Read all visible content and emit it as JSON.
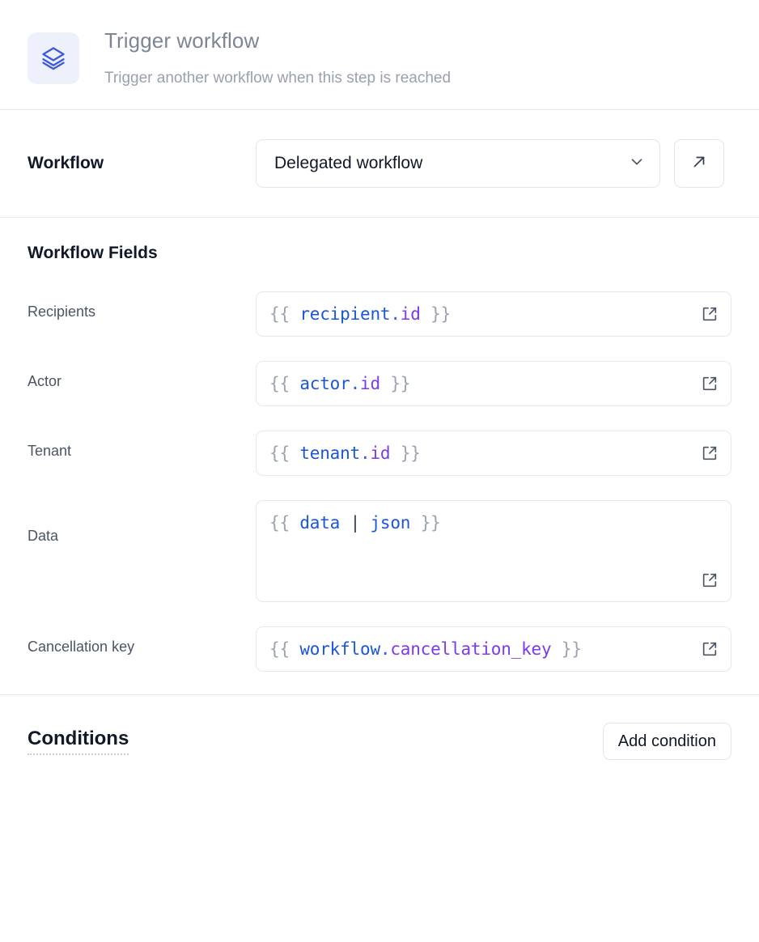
{
  "header": {
    "icon": "layers-icon",
    "title": "Trigger workflow",
    "subtitle": "Trigger another workflow when this step is reached",
    "icon_color": "#3b5bdb",
    "icon_bg": "#eef1fb"
  },
  "workflow_row": {
    "label": "Workflow",
    "selected": "Delegated workflow",
    "dropdown_icon": "chevron-down-icon",
    "open_button_icon": "arrow-up-right-icon"
  },
  "fields_section": {
    "title": "Workflow Fields",
    "fields": [
      {
        "label": "Recipients",
        "type": "input",
        "tokens": [
          {
            "text": "{{ ",
            "kind": "brace"
          },
          {
            "text": "recipient",
            "kind": "obj"
          },
          {
            "text": ".",
            "kind": "dot"
          },
          {
            "text": "id",
            "kind": "prop"
          },
          {
            "text": " }}",
            "kind": "brace"
          }
        ],
        "expand_icon": "external-link-icon"
      },
      {
        "label": "Actor",
        "type": "input",
        "tokens": [
          {
            "text": "{{ ",
            "kind": "brace"
          },
          {
            "text": "actor",
            "kind": "obj"
          },
          {
            "text": ".",
            "kind": "dot"
          },
          {
            "text": "id",
            "kind": "prop"
          },
          {
            "text": " }}",
            "kind": "brace"
          }
        ],
        "expand_icon": "external-link-icon"
      },
      {
        "label": "Tenant",
        "type": "input",
        "tokens": [
          {
            "text": "{{ ",
            "kind": "brace"
          },
          {
            "text": "tenant",
            "kind": "obj"
          },
          {
            "text": ".",
            "kind": "dot"
          },
          {
            "text": "id",
            "kind": "prop"
          },
          {
            "text": " }}",
            "kind": "brace"
          }
        ],
        "expand_icon": "external-link-icon"
      },
      {
        "label": "Data",
        "type": "textarea",
        "tokens": [
          {
            "text": "{{ ",
            "kind": "brace"
          },
          {
            "text": "data",
            "kind": "obj"
          },
          {
            "text": " | ",
            "kind": "pipe"
          },
          {
            "text": "json",
            "kind": "filter"
          },
          {
            "text": " }}",
            "kind": "brace"
          }
        ],
        "expand_icon": "external-link-icon"
      },
      {
        "label": "Cancellation key",
        "type": "input",
        "tokens": [
          {
            "text": "{{ ",
            "kind": "brace"
          },
          {
            "text": "workflow",
            "kind": "obj"
          },
          {
            "text": ".",
            "kind": "dot"
          },
          {
            "text": "cancellation_key",
            "kind": "prop"
          },
          {
            "text": " }}",
            "kind": "brace"
          }
        ],
        "expand_icon": "external-link-icon"
      }
    ]
  },
  "conditions_section": {
    "title": "Conditions",
    "add_button": "Add condition"
  },
  "colors": {
    "accent": "#1a56db",
    "property": "#7c3aed",
    "brace": "#9ca3af",
    "border": "#e7e8ec",
    "divider": "#e7e8ee",
    "label": "#4b5563",
    "heading": "#111827",
    "muted_title": "#7e8694"
  }
}
